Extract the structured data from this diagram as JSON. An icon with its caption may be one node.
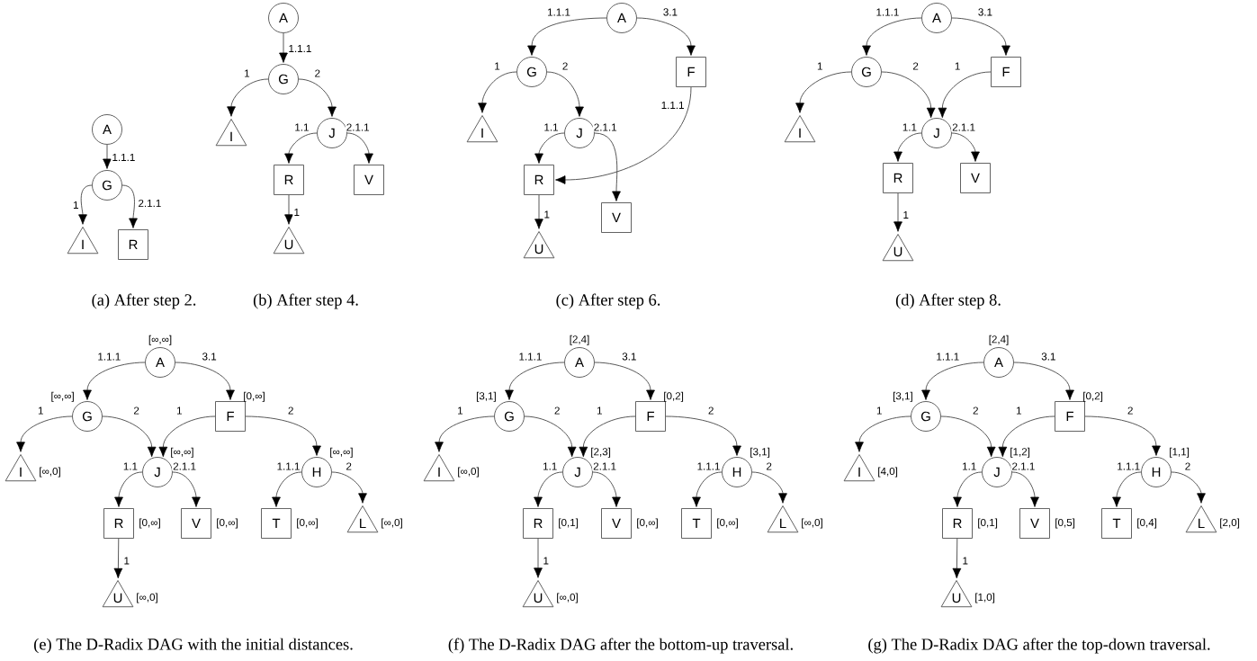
{
  "diagram": {
    "nodes": [
      {
        "text": [
          "A"
        ]
      },
      {
        "text": [
          "G"
        ]
      },
      {
        "text": [
          "I"
        ]
      },
      {
        "text": [
          "R"
        ]
      },
      {
        "text": [
          "A"
        ]
      },
      {
        "text": [
          "G"
        ]
      },
      {
        "text": [
          "I"
        ]
      },
      {
        "text": [
          "J"
        ]
      },
      {
        "text": [
          "R"
        ]
      },
      {
        "text": [
          "V"
        ]
      },
      {
        "text": [
          "U"
        ]
      },
      {
        "text": [
          "A"
        ]
      },
      {
        "text": [
          "G"
        ]
      },
      {
        "text": [
          "F"
        ]
      },
      {
        "text": [
          "I"
        ]
      },
      {
        "text": [
          "J"
        ]
      },
      {
        "text": [
          "R"
        ]
      },
      {
        "text": [
          "V"
        ]
      },
      {
        "text": [
          "U"
        ]
      },
      {
        "text": [
          "A"
        ]
      },
      {
        "text": [
          "G"
        ]
      },
      {
        "text": [
          "F"
        ]
      },
      {
        "text": [
          "I"
        ]
      },
      {
        "text": [
          "J"
        ]
      },
      {
        "text": [
          "R"
        ]
      },
      {
        "text": [
          "V"
        ]
      },
      {
        "text": [
          "U"
        ]
      },
      {
        "text": [
          "A"
        ],
        "beside": [
          "[∞,∞]"
        ]
      },
      {
        "text": [
          "G"
        ],
        "beside": [
          "[∞,∞]"
        ]
      },
      {
        "text": [
          "F"
        ],
        "beside": [
          "[0,∞]"
        ]
      },
      {
        "text": [
          "I"
        ],
        "beside": [
          "[∞,0]"
        ]
      },
      {
        "text": [
          "J"
        ],
        "beside": [
          "[∞,∞]"
        ]
      },
      {
        "text": [
          "H"
        ],
        "beside": [
          "[∞,∞]"
        ]
      },
      {
        "text": [
          "R"
        ],
        "beside": [
          "[0,∞]"
        ]
      },
      {
        "text": [
          "V"
        ],
        "beside": [
          "[0,∞]"
        ]
      },
      {
        "text": [
          "T"
        ],
        "beside": [
          "[0,∞]"
        ]
      },
      {
        "text": [
          "L"
        ],
        "beside": [
          "[∞,0]"
        ]
      },
      {
        "text": [
          "U"
        ],
        "beside": [
          "[∞,0]"
        ]
      },
      {
        "text": [
          "A"
        ],
        "beside": [
          "[2,4]"
        ]
      },
      {
        "text": [
          "G"
        ],
        "beside": [
          "[3,1]"
        ]
      },
      {
        "text": [
          "F"
        ],
        "beside": [
          "[0,2]"
        ]
      },
      {
        "text": [
          "I"
        ],
        "beside": [
          "[∞,0]"
        ]
      },
      {
        "text": [
          "J"
        ],
        "beside": [
          "[2,3]"
        ]
      },
      {
        "text": [
          "H"
        ],
        "beside": [
          "[3,1]"
        ]
      },
      {
        "text": [
          "R"
        ],
        "beside": [
          "[0,1]"
        ]
      },
      {
        "text": [
          "V"
        ],
        "beside": [
          "[0,∞]"
        ]
      },
      {
        "text": [
          "T"
        ],
        "beside": [
          "[0,∞]"
        ]
      },
      {
        "text": [
          "L"
        ],
        "beside": [
          "[∞,0]"
        ]
      },
      {
        "text": [
          "U"
        ],
        "beside": [
          "[∞,0]"
        ]
      },
      {
        "text": [
          "A"
        ],
        "beside": [
          "[2,4]"
        ]
      },
      {
        "text": [
          "G"
        ],
        "beside": [
          "[3,1]"
        ]
      },
      {
        "text": [
          "F"
        ],
        "beside": [
          "[0,2]"
        ]
      },
      {
        "text": [
          "I"
        ],
        "beside": [
          "[4,0]"
        ]
      },
      {
        "text": [
          "J"
        ],
        "beside": [
          "[1,2]"
        ]
      },
      {
        "text": [
          "H"
        ],
        "beside": [
          "[1,1]"
        ]
      },
      {
        "text": [
          "R"
        ],
        "beside": [
          "[0,1]"
        ]
      },
      {
        "text": [
          "V"
        ],
        "beside": [
          "[0,5]"
        ]
      },
      {
        "text": [
          "T"
        ],
        "beside": [
          "[0,4]"
        ]
      },
      {
        "text": [
          "L"
        ],
        "beside": [
          "[2,0]"
        ]
      },
      {
        "text": [
          "U"
        ],
        "beside": [
          "[1,0]"
        ]
      }
    ],
    "edges": [
      {
        "from": 0,
        "to": 1,
        "arrow": "to",
        "label": "1.1.1"
      },
      {
        "from": 1,
        "to": 2,
        "arrow": "to",
        "label": "1"
      },
      {
        "from": 1,
        "to": 3,
        "arrow": "to",
        "label": "2.1.1"
      },
      {
        "from": 4,
        "to": 5,
        "arrow": "to",
        "label": "1.1.1"
      },
      {
        "from": 5,
        "to": 6,
        "arrow": "to",
        "label": "1"
      },
      {
        "from": 5,
        "to": 7,
        "arrow": "to",
        "label": "2"
      },
      {
        "from": 7,
        "to": 8,
        "arrow": "to",
        "label": "1.1"
      },
      {
        "from": 7,
        "to": 9,
        "arrow": "to",
        "label": "2.1.1"
      },
      {
        "from": 8,
        "to": 10,
        "arrow": "to",
        "label": "1"
      },
      {
        "from": 11,
        "to": 12,
        "arrow": "to",
        "label": "1.1.1"
      },
      {
        "from": 11,
        "to": 13,
        "arrow": "to",
        "label": "3.1"
      },
      {
        "from": 12,
        "to": 14,
        "arrow": "to",
        "label": "1"
      },
      {
        "from": 12,
        "to": 15,
        "arrow": "to",
        "label": "2"
      },
      {
        "from": 15,
        "to": 16,
        "arrow": "to",
        "label": "1.1"
      },
      {
        "from": 15,
        "to": 17,
        "arrow": "to",
        "label": "2.1.1"
      },
      {
        "from": 13,
        "to": 16,
        "arrow": "to",
        "label": "1.1.1"
      },
      {
        "from": 16,
        "to": 18,
        "arrow": "to",
        "label": "1"
      },
      {
        "from": 19,
        "to": 20,
        "arrow": "to",
        "label": "1.1.1"
      },
      {
        "from": 19,
        "to": 21,
        "arrow": "to",
        "label": "3.1"
      },
      {
        "from": 20,
        "to": 22,
        "arrow": "to",
        "label": "1"
      },
      {
        "from": 20,
        "to": 23,
        "arrow": "to",
        "label": "2"
      },
      {
        "from": 21,
        "to": 23,
        "arrow": "to",
        "label": "1"
      },
      {
        "from": 23,
        "to": 24,
        "arrow": "to",
        "label": "1.1"
      },
      {
        "from": 23,
        "to": 25,
        "arrow": "to",
        "label": "2.1.1"
      },
      {
        "from": 24,
        "to": 26,
        "arrow": "to",
        "label": "1"
      },
      {
        "from": 27,
        "to": 28,
        "arrow": "to",
        "label": "1.1.1"
      },
      {
        "from": 27,
        "to": 29,
        "arrow": "to",
        "label": "3.1"
      },
      {
        "from": 28,
        "to": 30,
        "arrow": "to",
        "label": "1"
      },
      {
        "from": 28,
        "to": 31,
        "arrow": "to",
        "label": "2"
      },
      {
        "from": 29,
        "to": 31,
        "arrow": "to",
        "label": "1"
      },
      {
        "from": 29,
        "to": 32,
        "arrow": "to",
        "label": "2"
      },
      {
        "from": 31,
        "to": 33,
        "arrow": "to",
        "label": "1.1"
      },
      {
        "from": 31,
        "to": 34,
        "arrow": "to",
        "label": "2.1.1"
      },
      {
        "from": 32,
        "to": 35,
        "arrow": "to",
        "label": "1.1.1"
      },
      {
        "from": 32,
        "to": 36,
        "arrow": "to",
        "label": "2"
      },
      {
        "from": 33,
        "to": 37,
        "arrow": "to",
        "label": "1"
      },
      {
        "from": 38,
        "to": 39,
        "arrow": "to",
        "label": "1.1.1"
      },
      {
        "from": 38,
        "to": 40,
        "arrow": "to",
        "label": "3.1"
      },
      {
        "from": 39,
        "to": 41,
        "arrow": "to",
        "label": "1"
      },
      {
        "from": 39,
        "to": 42,
        "arrow": "to",
        "label": "2"
      },
      {
        "from": 40,
        "to": 42,
        "arrow": "to",
        "label": "1"
      },
      {
        "from": 40,
        "to": 43,
        "arrow": "to",
        "label": "2"
      },
      {
        "from": 42,
        "to": 44,
        "arrow": "to",
        "label": "1.1"
      },
      {
        "from": 42,
        "to": 45,
        "arrow": "to",
        "label": "2.1.1"
      },
      {
        "from": 43,
        "to": 46,
        "arrow": "to",
        "label": "1.1.1"
      },
      {
        "from": 43,
        "to": 47,
        "arrow": "to",
        "label": "2"
      },
      {
        "from": 44,
        "to": 48,
        "arrow": "to",
        "label": "1"
      },
      {
        "from": 49,
        "to": 50,
        "arrow": "to",
        "label": "1.1.1"
      },
      {
        "from": 49,
        "to": 51,
        "arrow": "to",
        "label": "3.1"
      },
      {
        "from": 50,
        "to": 52,
        "arrow": "to",
        "label": "1"
      },
      {
        "from": 50,
        "to": 53,
        "arrow": "to",
        "label": "2"
      },
      {
        "from": 51,
        "to": 53,
        "arrow": "to",
        "label": "1"
      },
      {
        "from": 51,
        "to": 54,
        "arrow": "to",
        "label": "2"
      },
      {
        "from": 53,
        "to": 55,
        "arrow": "to",
        "label": "1.1"
      },
      {
        "from": 53,
        "to": 56,
        "arrow": "to",
        "label": "2.1.1"
      },
      {
        "from": 54,
        "to": 57,
        "arrow": "to",
        "label": "1.1.1"
      },
      {
        "from": 54,
        "to": 58,
        "arrow": "to",
        "label": "2"
      },
      {
        "from": 55,
        "to": 59,
        "arrow": "to",
        "label": "1"
      }
    ],
    "labels": [
      "(a)  After step 2.",
      "(b)  After step 4.",
      "(c)  After step 6.",
      "(d)  After step 8.",
      "(e)  The D-Radix DAG with the initial distances.",
      "(f)  The D-Radix DAG after the bottom-up traversal.",
      "(g)  The D-Radix DAG after the top-down traversal."
    ]
  }
}
